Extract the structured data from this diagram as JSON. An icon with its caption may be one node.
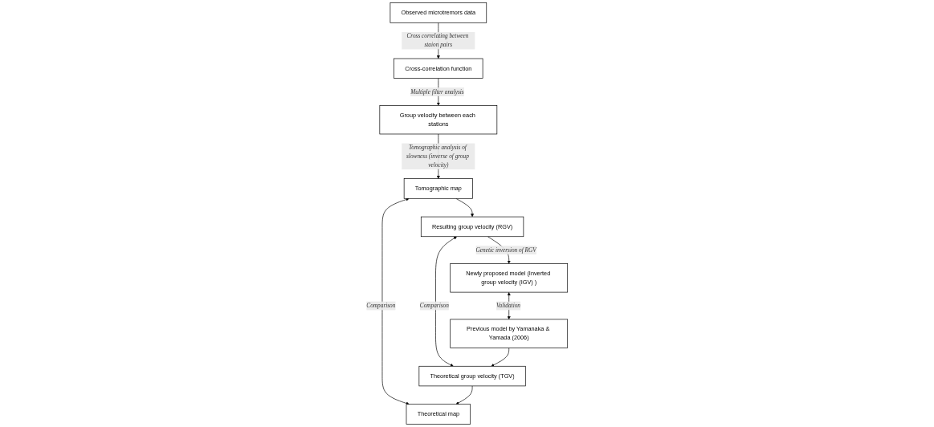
{
  "diagram": {
    "nodes": [
      {
        "text": [
          "Observed microtremors data"
        ]
      },
      {
        "text": [
          "Cross-correlation function"
        ]
      },
      {
        "text": [
          "Group velocity between each stations"
        ]
      },
      {
        "text": [
          "Tomographic map"
        ]
      },
      {
        "text": [
          "Resulting group velocity (RGV)"
        ]
      },
      {
        "text": [
          "Newly proposed model (Inverted group velocity (IGV) )"
        ]
      },
      {
        "text": [
          "Theoretical map"
        ]
      },
      {
        "text": [
          "Theoretical group velocity (TGV)"
        ]
      },
      {
        "text": [
          "Previous model by Yamanaka & Yamada (2006)"
        ]
      }
    ],
    "edges": [
      {
        "from": 0,
        "to": 1,
        "arrow": "to",
        "label": "Cross correlating between staion pairs"
      },
      {
        "from": 1,
        "to": 2,
        "arrow": "to",
        "label": "Multiple filter analysis"
      },
      {
        "from": 2,
        "to": 3,
        "arrow": "to",
        "label": "Tomographic analysis of slowness (inverse of group velocity)"
      },
      {
        "from": 3,
        "to": 4,
        "arrow": "to"
      },
      {
        "from": 4,
        "to": 5,
        "arrow": "to",
        "label": "Genetic inversion of RGV"
      },
      {
        "from": 3,
        "to": 6,
        "arrow": "both",
        "label": "Comparison"
      },
      {
        "from": 4,
        "to": 7,
        "arrow": "both",
        "label": "Comparison"
      },
      {
        "from": 5,
        "to": 8,
        "arrow": "both",
        "label": "Validation"
      },
      {
        "from": 8,
        "to": 7,
        "arrow": "to"
      },
      {
        "from": 7,
        "to": 6,
        "arrow": "to"
      }
    ]
  }
}
